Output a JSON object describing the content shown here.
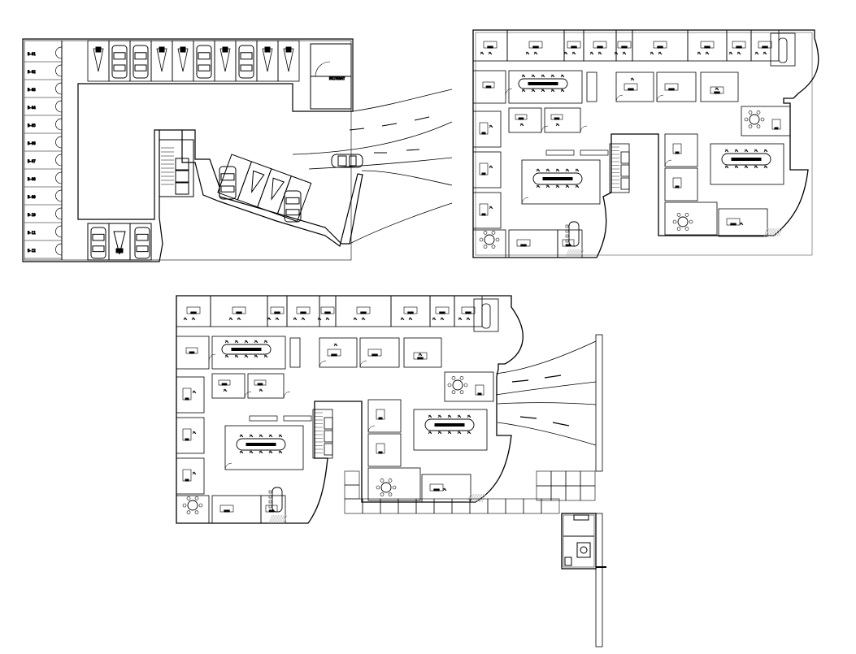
{
  "drawing": {
    "parking_bay_labels": [
      "B-01",
      "B-02",
      "B-03",
      "B-04",
      "B-05",
      "B-06",
      "B-07",
      "B-08",
      "B-09",
      "B-10",
      "B-11",
      "B-12"
    ],
    "basement_room_label": "DRIVEWAY",
    "stroke_color": "#000000",
    "background_color": "#ffffff",
    "hatch_color": "#b0b0b0"
  }
}
